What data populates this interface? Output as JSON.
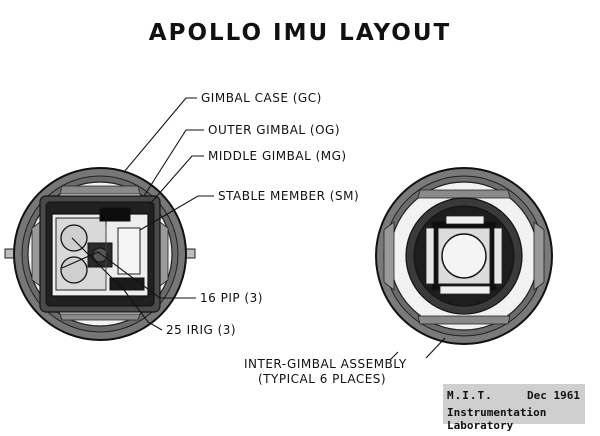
{
  "title": "APOLLO IMU LAYOUT",
  "labels": {
    "gimbal_case": "GIMBAL CASE (GC)",
    "outer_gimbal": "OUTER GIMBAL (OG)",
    "middle_gimbal": "MIDDLE GIMBAL (MG)",
    "stable_member": "STABLE MEMBER (SM)",
    "pip": "16 PIP (3)",
    "irig": "25 IRIG (3)",
    "inter_gimbal_line1": "INTER-GIMBAL ASSEMBLY",
    "inter_gimbal_line2": "(TYPICAL 6 PLACES)"
  },
  "stamp": {
    "org": "M.I.T.",
    "date": "Dec 1961",
    "lab": "Instrumentation Laboratory"
  }
}
